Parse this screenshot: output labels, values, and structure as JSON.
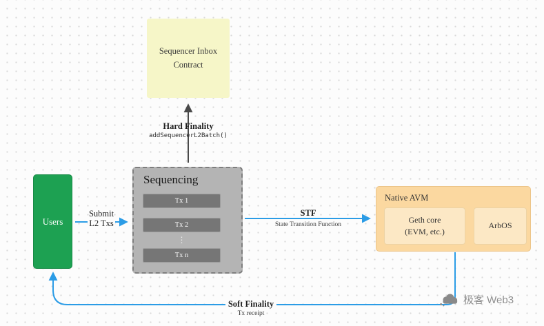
{
  "colors": {
    "arrow_blue": "#2b9ce6",
    "arrow_dark": "#4a4a4a",
    "inbox_fill": "#f6f6c8",
    "users_fill": "#1da152",
    "sequencing_fill": "#b4b4b4",
    "tx_fill": "#767676",
    "avm_fill": "#fbd8a0",
    "avm_inner_fill": "#fce8c5",
    "watermark_gray": "#8f8f8f"
  },
  "nodes": {
    "sequencer_inbox": {
      "line1": "Sequencer Inbox",
      "line2": "Contract"
    },
    "users": {
      "label": "Users"
    },
    "sequencing": {
      "title": "Sequencing",
      "tx1": "Tx 1",
      "tx2": "Tx 2",
      "ellipsis": "⋮",
      "txn": "Tx n"
    },
    "native_avm": {
      "title": "Native AVM",
      "geth_line1": "Geth core",
      "geth_line2": "(EVM, etc.)",
      "arbos": "ArbOS"
    }
  },
  "edges": {
    "hard_finality": {
      "label": "Hard Finality",
      "code": "addSequencerL2Batch()"
    },
    "submit": {
      "line1": "Submit",
      "line2": "L2 Txs"
    },
    "stf": {
      "label": "STF",
      "sublabel": "State Transition Function"
    },
    "soft_finality": {
      "label": "Soft Finality",
      "sublabel": "Tx receipt"
    }
  },
  "watermark": {
    "text": "极客 Web3"
  }
}
